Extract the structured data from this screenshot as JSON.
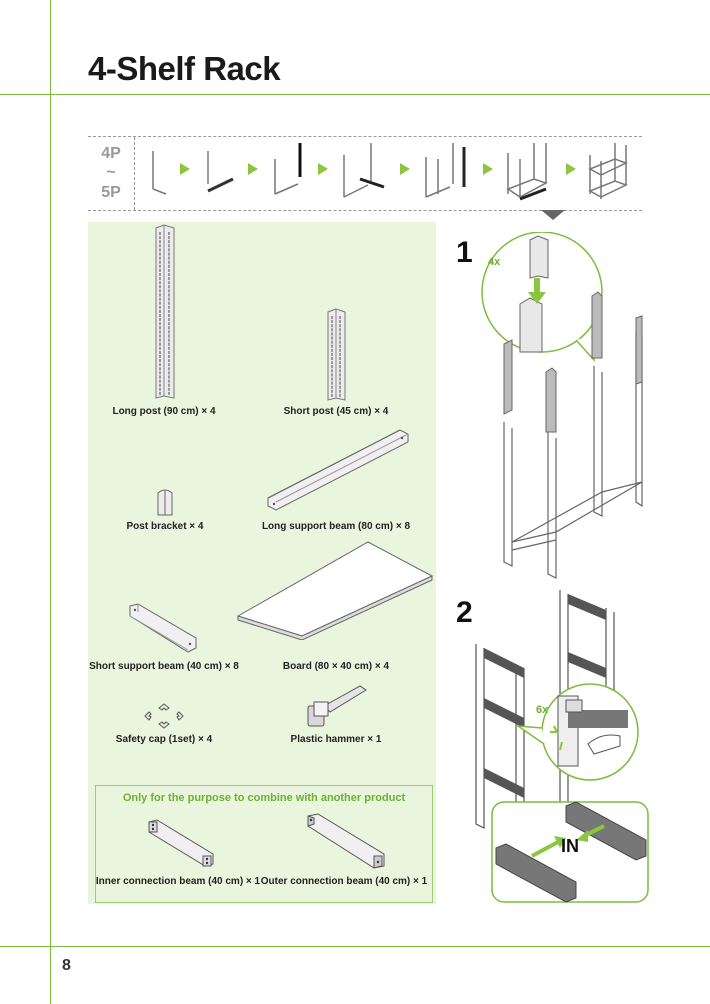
{
  "title": "4-Shelf Rack",
  "strip": {
    "label_top": "4P",
    "label_mid": "~",
    "label_bottom": "5P"
  },
  "parts": {
    "long_post": "Long post (90 cm) × 4",
    "short_post": "Short post (45 cm) × 4",
    "post_bracket": "Post bracket × 4",
    "long_beam": "Long support beam (80 cm) × 8",
    "short_beam": "Short support beam (40 cm) × 8",
    "board": "Board (80 × 40 cm) × 4",
    "safety_cap": "Safety cap (1set) × 4",
    "hammer": "Plastic hammer × 1"
  },
  "combo": {
    "title": "Only for the purpose to combine with another product",
    "inner": "Inner connection beam (40 cm) × 1",
    "outer": "Outer connection beam (40 cm) × 1"
  },
  "steps": [
    {
      "number": "1",
      "count": "4x"
    },
    {
      "number": "2",
      "count": "6x",
      "in_label": "IN"
    }
  ],
  "page_number": "8",
  "colors": {
    "accent": "#7cbd3e",
    "panel": "#e9f5dd",
    "arrow": "#8cc63f"
  }
}
